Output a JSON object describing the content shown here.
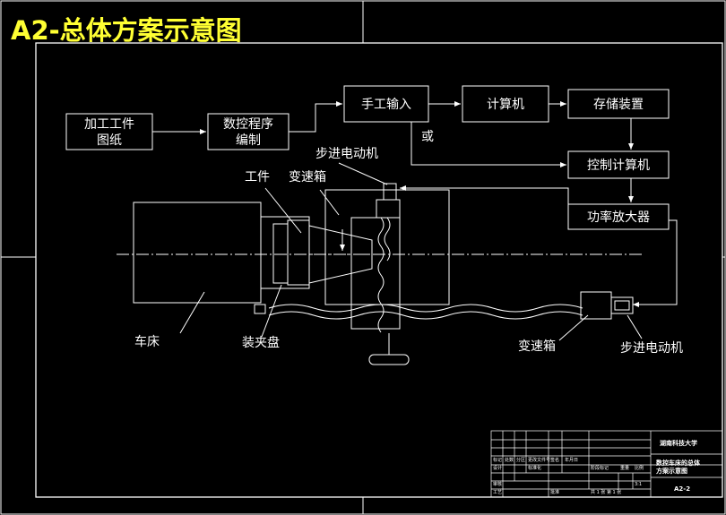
{
  "title": "A2-总体方案示意图",
  "colors": {
    "background": "#000000",
    "lines": "#ffffff",
    "title": "#ffff33",
    "fill_gray": "#bfbfbf"
  },
  "boxes": {
    "workpiece_drawing": [
      "加工工件",
      "图纸"
    ],
    "nc_program": [
      "数控程序",
      "编制"
    ],
    "manual_input": "手工输入",
    "computer": "计算机",
    "storage": "存储装置",
    "control_computer": "控制计算机",
    "power_amp": "功率放大器"
  },
  "labels": {
    "or": "或",
    "stepper_motor_top": "步进电动机",
    "workpiece": "工件",
    "gearbox_top": "变速箱",
    "lathe": "车床",
    "chuck": "装夹盘",
    "gearbox_bottom": "变速箱",
    "stepper_motor_bottom": "步进电动机"
  },
  "title_block": {
    "university": "湖南科技大学",
    "drawing_name": [
      "数控车床的总体",
      "方案示意图"
    ],
    "drawing_no": "A2-2",
    "scale": "3:1",
    "sheet": "共 1 张  第 1 张",
    "row_headers": [
      "标记",
      "处数",
      "分区",
      "更改文件号",
      "签名",
      "年月日"
    ],
    "design": "设计",
    "standardize": "标准化",
    "stage_mark": "阶段标记",
    "weight": "重量",
    "ratio": "比例",
    "review": "审核",
    "process": "工艺",
    "approve": "批准"
  }
}
